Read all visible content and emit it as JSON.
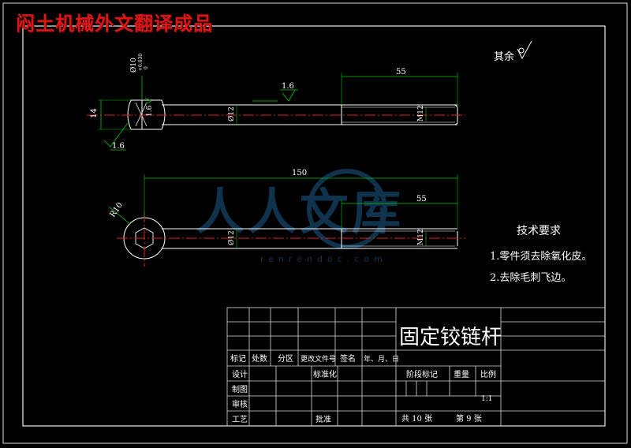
{
  "header": {
    "title": "闷土机械外文翻译成品"
  },
  "watermark": {
    "brand": "人人文库",
    "url": "renrendoc.com"
  },
  "surface_finish": {
    "general": "其余"
  },
  "drawing": {
    "view1": {
      "dim_diameter": "Ø10",
      "tol_upper": "+0.030",
      "tol_lower": "0",
      "dim_height": "14",
      "dim_length": "55",
      "roughness_a": "1.6",
      "roughness_b": "1.6",
      "roughness_c": "1.6",
      "dim_shaft": "Ø12",
      "dim_thread": "M12"
    },
    "view2": {
      "dim_total": "150",
      "dim_thread_len": "55",
      "dim_radius": "R10",
      "dim_shaft": "Ø12",
      "dim_thread": "M12"
    }
  },
  "tech_requirements": {
    "title": "技术要求",
    "items": [
      "1.零件须去除氧化皮。",
      "2.去除毛刺飞边。"
    ]
  },
  "title_block": {
    "part_name": "固定铰链杆",
    "rev_headers": [
      "标记",
      "处数",
      "分区",
      "更改文件号",
      "签名",
      "年、月、日"
    ],
    "design": "设计",
    "standardize": "标准化",
    "drafting": "制图",
    "review": "审核",
    "process": "工艺",
    "approve": "批准",
    "stage_mark": "阶段标记",
    "weight": "重量",
    "scale_label": "比例",
    "scale_value": "1:1",
    "sheets_total": "共 10 张",
    "sheet_no": "第 9 张"
  }
}
